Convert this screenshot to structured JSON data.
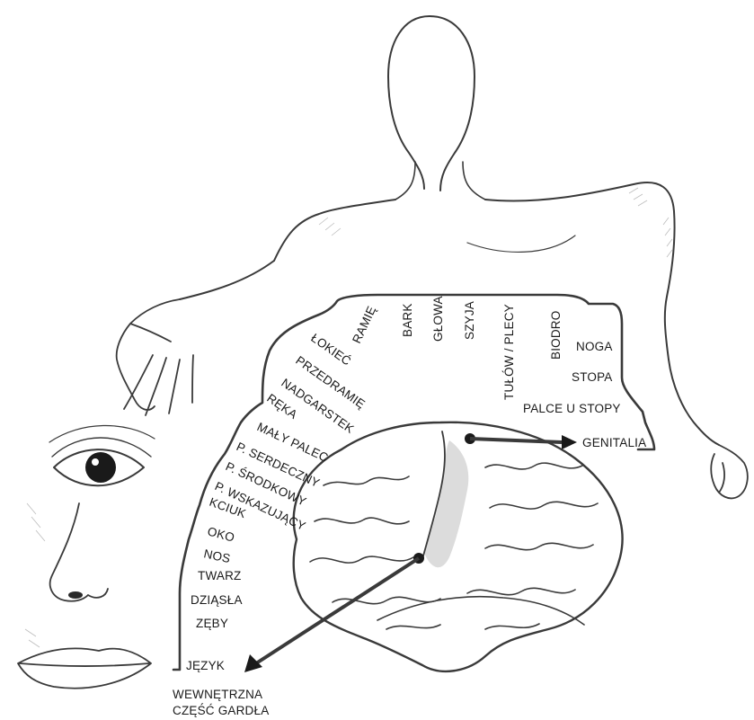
{
  "labels": {
    "ramie": "RAMIĘ",
    "bark": "BARK",
    "glowa": "GŁOWA",
    "szyja": "SZYJA",
    "tulow": "TUŁÓW / PLECY",
    "biodro": "BIODRO",
    "noga": "NOGA",
    "stopa": "STOPA",
    "palce_stopy": "PALCE U STOPY",
    "genitalia": "GENITALIA",
    "lokiec": "ŁOKIEĆ",
    "przedramie": "PRZEDRAMIĘ",
    "nadgarstek": "NADGARSTEK",
    "reka": "RĘKA",
    "maly_palec": "MAŁY PALEC",
    "p_serdeczny": "P. SERDECZNY",
    "p_srodkowy": "P. ŚRODKOWY",
    "p_wskazujacy": "P. WSKAZUJĄCY",
    "kciuk": "KCIUK",
    "oko": "OKO",
    "nos": "NOS",
    "twarz": "TWARZ",
    "dziasla": "DZIĄSŁA",
    "zeby": "ZĘBY",
    "jezyk": "JĘZYK",
    "gardlo_line1": "WEWNĘTRZNA",
    "gardlo_line2": "CZĘŚĆ GARDŁA"
  },
  "colors": {
    "ink": "#1a1a1a",
    "outline": "#3a3a3a",
    "shade": "#cfcfcf"
  }
}
